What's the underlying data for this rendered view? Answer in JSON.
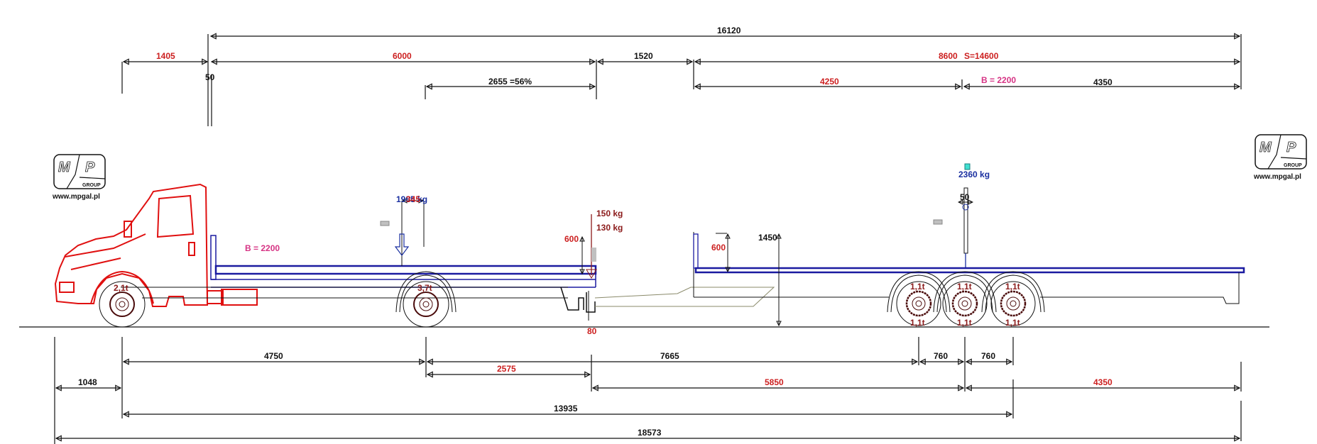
{
  "drawing": {
    "title": "Truck with drawbar trailer - axle load layout",
    "colors": {
      "dimension": "#111111",
      "dimension_highlight": "#cc1f1f",
      "axle_load": "#8b1a1a",
      "body_width": "#d63384",
      "load": "#1a2fa0",
      "cab": "#e01010",
      "body_outline": "#1a1aa0",
      "drawbar": "#8a8a6a"
    },
    "logo": {
      "letters": [
        "M",
        "P"
      ],
      "group": "GROUP",
      "url": "www.mpgal.pl"
    },
    "top_dims": {
      "overall_16120": "16120",
      "front_overhang_1405": "1405",
      "truck_body_6000": "6000",
      "gap_1520": "1520",
      "trailer_body": "8600",
      "sum_body": "S=14600",
      "load_pos_2655": "2655 =56%",
      "trailer_front_4250": "4250",
      "trailer_rear_4350": "4350",
      "offset_50": "50",
      "trailer_width": "B = 2200"
    },
    "truck": {
      "body_width": "B = 2200",
      "load_mass": "1985 kg",
      "load_offset": "345",
      "front_axle_load": "2,1t",
      "rear_axle_load": "3,7t",
      "hitch_load_1": "150 kg",
      "hitch_load_2": "130 kg",
      "side_height": "600",
      "hitch_offset": "80"
    },
    "trailer": {
      "load_mass": "2360 kg",
      "load_offset": "50",
      "side_height": "600",
      "deck_height": "1450",
      "axle_loads_top": [
        "1,1t",
        "1,1t",
        "1,1t"
      ],
      "axle_loads_bottom": [
        "1,1t",
        "1,1t",
        "1,1t"
      ]
    },
    "bottom_dims": {
      "front_overhang_1048": "1048",
      "truck_wheelbase_4750": "4750",
      "to_trailer_axle_7665": "7665",
      "axle_spacing_1": "760",
      "axle_spacing_2": "760",
      "rear_to_coupling_2575": "2575",
      "coupling_to_mid_axle_5850": "5850",
      "trailer_rear_overhang_4350": "4350",
      "front_axle_to_last_axle_13935": "13935",
      "overall_length_18573": "18573"
    }
  }
}
